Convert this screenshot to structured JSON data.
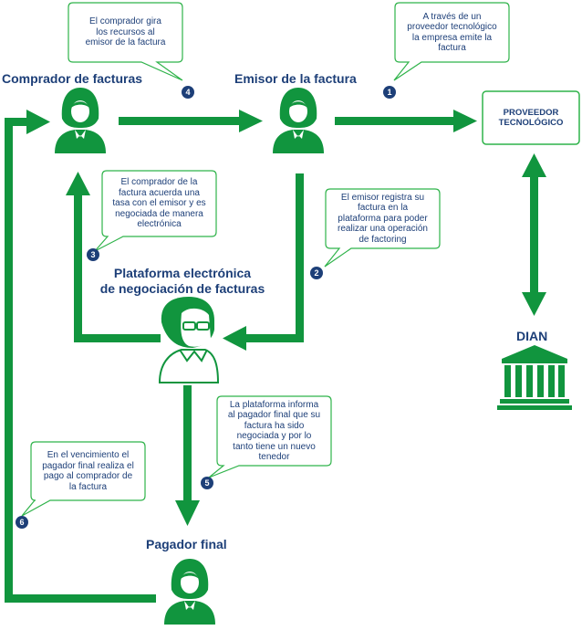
{
  "colors": {
    "arrow": "#11953e",
    "text": "#1d3f78",
    "bubble_border": "#2fb34a"
  },
  "actors": {
    "buyer": {
      "title": "Comprador de facturas",
      "icon": "woman-icon"
    },
    "issuer": {
      "title": "Emisor de la factura",
      "icon": "woman-icon"
    },
    "platform": {
      "title_line1": "Plataforma electrónica",
      "title_line2": "de negociación de facturas",
      "icon": "man-glasses-icon"
    },
    "payer": {
      "title": "Pagador final",
      "icon": "woman-icon"
    },
    "provider": {
      "line1": "PROVEEDOR",
      "line2": "TECNOLÓGICO"
    },
    "dian": {
      "title": "DIAN",
      "icon": "government-building-icon"
    }
  },
  "steps": [
    {
      "number": "1",
      "lines": [
        "A través de un",
        "proveedor tecnológico",
        "la empresa emite la",
        "factura"
      ]
    },
    {
      "number": "2",
      "lines": [
        "El emisor registra su",
        "factura en la",
        "plataforma para poder",
        "realizar una operación",
        "de factoring"
      ]
    },
    {
      "number": "3",
      "lines": [
        "El comprador de la",
        "factura acuerda una",
        "tasa con el emisor y es",
        "negociada de manera",
        "electrónica"
      ]
    },
    {
      "number": "4",
      "lines": [
        "El comprador gira",
        "los recursos al",
        "emisor de la factura"
      ]
    },
    {
      "number": "5",
      "lines": [
        "La plataforma informa",
        "al pagador final que su",
        "factura ha sido",
        "negociada y por lo",
        "tanto tiene un nuevo",
        "tenedor"
      ]
    },
    {
      "number": "6",
      "lines": [
        "En el vencimiento el",
        "pagador final realiza el",
        "pago al comprador de",
        "la factura"
      ]
    }
  ]
}
